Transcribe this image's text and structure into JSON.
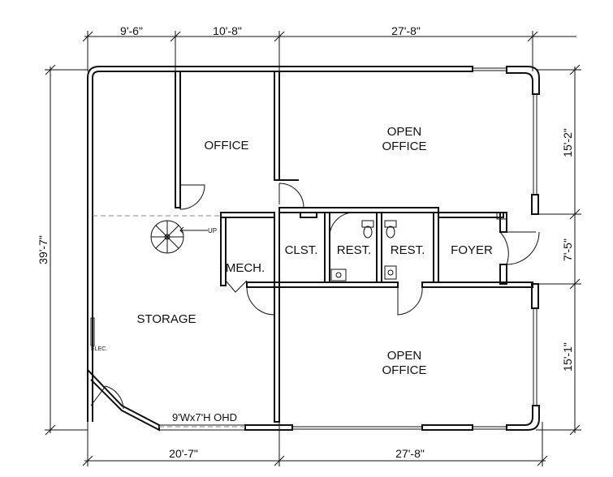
{
  "rooms": {
    "office": "OFFICE",
    "open_office_top": [
      "OPEN",
      "OFFICE"
    ],
    "open_office_bottom": [
      "OPEN",
      "OFFICE"
    ],
    "storage": "STORAGE",
    "mech": "MECH.",
    "closet": "CLST.",
    "rest_1": "REST.",
    "rest_2": "REST.",
    "foyer": "FOYER"
  },
  "annotations": {
    "stair_up": "UP",
    "electrical": "ELEC.",
    "overhead_door": "9'Wx7'H OHD"
  },
  "dimensions": {
    "top": [
      "9'-6\"",
      "10'-8\"",
      "27'-8\""
    ],
    "bottom": [
      "20'-7\"",
      "27'-8\""
    ],
    "left": "39'-7\"",
    "right": [
      "15'-2\"",
      "7'-5\"",
      "15'-1\""
    ]
  }
}
